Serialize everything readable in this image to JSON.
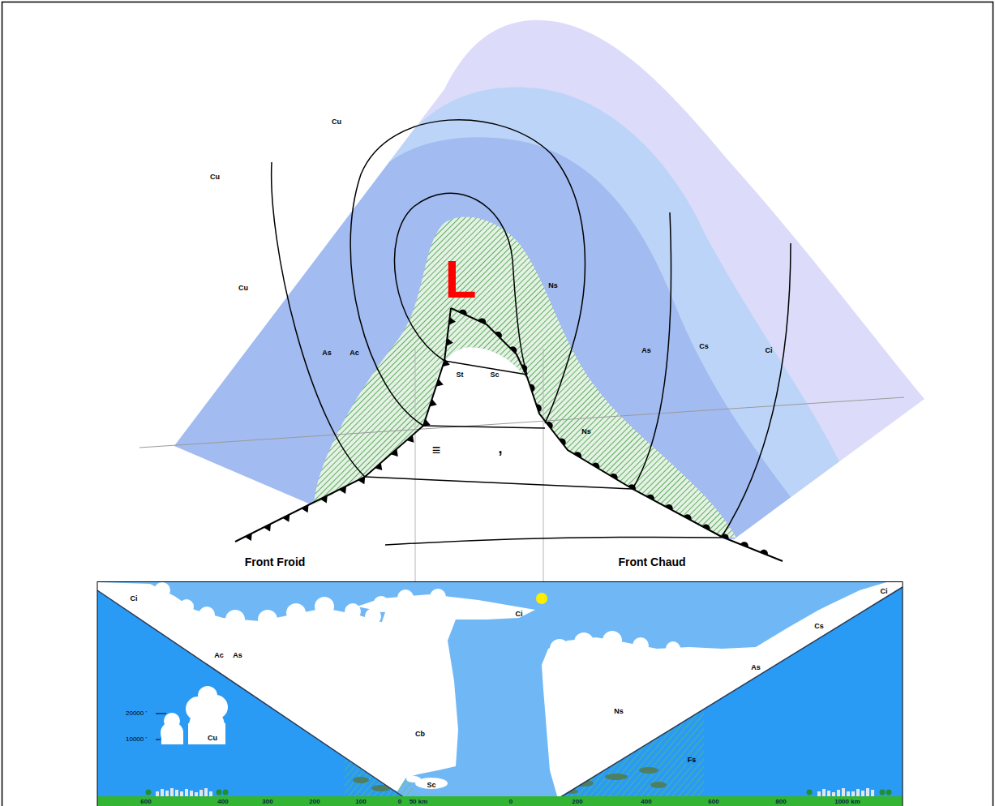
{
  "diagram": {
    "labels": [
      "Cu",
      "Cu",
      "L",
      "Ns",
      "Cu",
      "Cs",
      "Ci",
      "As",
      "As",
      "Ac",
      "St",
      "Sc",
      "Ns",
      "≡",
      ",",
      "Front Froid",
      "Front Chaud",
      "Ci",
      "Ci",
      "Ci",
      "Cs",
      "As",
      "Ac",
      "As",
      "Ns",
      "20000 '",
      "Cb",
      "Cu",
      "10000 '",
      "Fs",
      "Sc",
      "600",
      "400",
      "300",
      "200",
      "100",
      "0",
      "50 km",
      "0",
      "200",
      "400",
      "600",
      "800",
      "1000 km"
    ]
  }
}
